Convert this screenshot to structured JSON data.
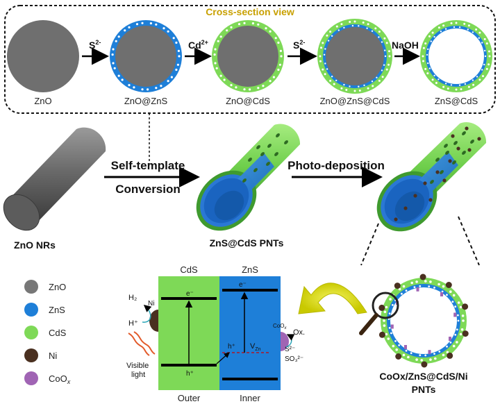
{
  "cross_section": {
    "title": "Cross-section view",
    "steps": [
      {
        "label": "ZnO"
      },
      {
        "label": "ZnO@ZnS"
      },
      {
        "label": "ZnO@CdS"
      },
      {
        "label": "ZnO@ZnS@CdS"
      },
      {
        "label": "ZnS@CdS"
      }
    ],
    "arrows": [
      {
        "base": "S",
        "sup": "2-"
      },
      {
        "base": "Cd",
        "sup": "2+"
      },
      {
        "base": "S",
        "sup": "2-"
      },
      {
        "base": "NaOH",
        "sup": ""
      }
    ]
  },
  "process": {
    "step1_line1": "Self-template",
    "step1_line2": "Conversion",
    "step2": "Photo-deposition",
    "nrs_label": "ZnO NRs",
    "pnts_label": "ZnS@CdS PNTs",
    "final_line1": "CoOx/ZnS@CdS/Ni",
    "final_line2": "PNTs"
  },
  "legend": {
    "items": [
      {
        "label": "ZnO",
        "color": "#777777"
      },
      {
        "label": "ZnS",
        "color": "#1e7fd8"
      },
      {
        "label": "CdS",
        "color": "#7ed957"
      },
      {
        "label": "Ni",
        "color": "#4a3020"
      },
      {
        "label": "CoO",
        "sub": "x",
        "color": "#a064b4"
      }
    ]
  },
  "band": {
    "cds_label": "CdS",
    "zns_label": "ZnS",
    "outer_label": "Outer",
    "inner_label": "Inner",
    "h2": "H₂",
    "ni": "Ni",
    "hplus": "H⁺",
    "visible1": "Visible",
    "visible2": "light",
    "e_cds": "e⁻",
    "h_cds": "h⁺",
    "e_zns": "e⁻",
    "h_zns": "h⁺",
    "vzn": "V",
    "vzn_sub": "Zn",
    "coox": "CoO",
    "coox_sub": "x",
    "ox": "Ox.",
    "s2": "S²⁻",
    "so3": "SO₃²⁻"
  },
  "colors": {
    "zno": "#6f6f6f",
    "zns": "#1e7fd8",
    "cds": "#7ed957",
    "cds_dark": "#4ea838",
    "ni": "#4a3020",
    "coox": "#a064b4",
    "title_gold": "#c8a000",
    "arrow_yellow": "#d4d400"
  }
}
